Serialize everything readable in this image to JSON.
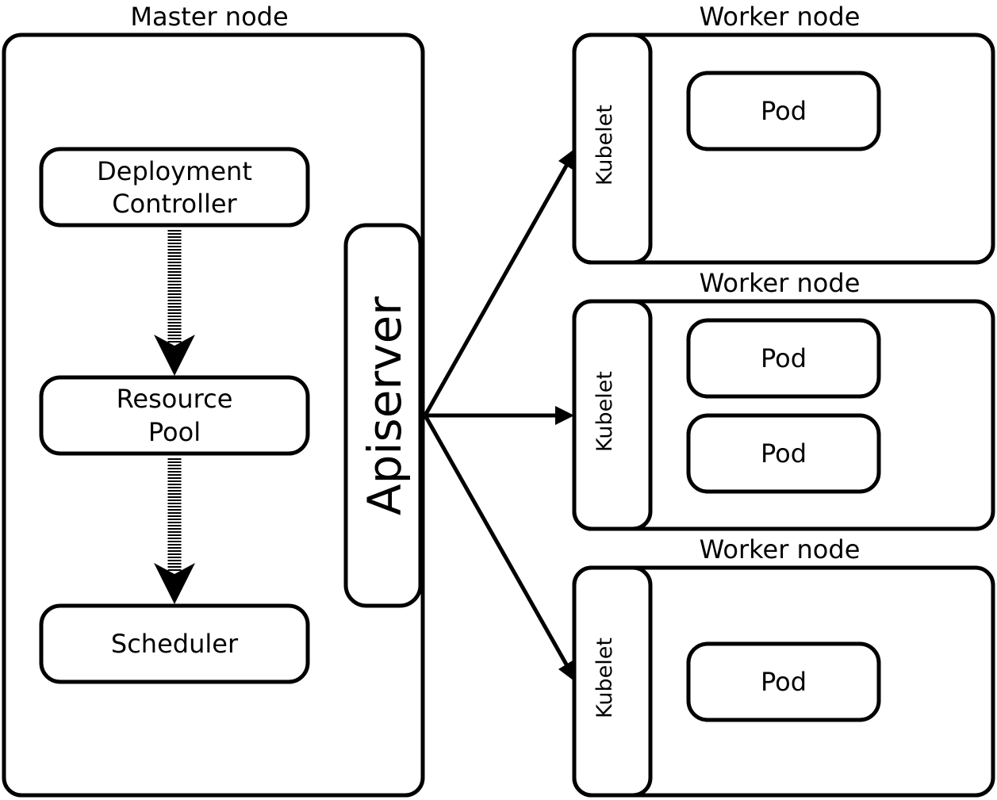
{
  "master": {
    "title": "Master node",
    "components": {
      "deployment_controller": [
        "Deployment",
        "Controller"
      ],
      "resource_pool": [
        "Resource",
        "Pool"
      ],
      "scheduler": "Scheduler"
    },
    "apiserver": "Apiserver"
  },
  "workers": [
    {
      "title": "Worker node",
      "kubelet": "Kubelet",
      "pods": [
        "Pod"
      ]
    },
    {
      "title": "Worker node",
      "kubelet": "Kubelet",
      "pods": [
        "Pod",
        "Pod"
      ]
    },
    {
      "title": "Worker node",
      "kubelet": "Kubelet",
      "pods": [
        "Pod"
      ]
    }
  ]
}
